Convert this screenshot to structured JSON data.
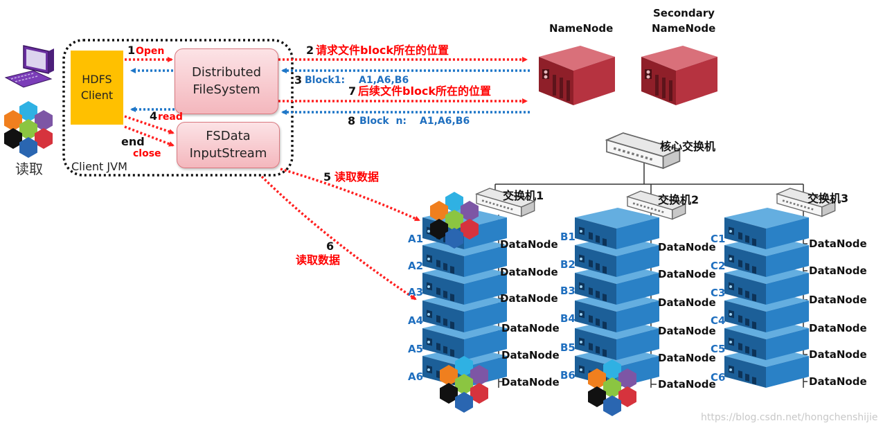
{
  "client_jvm": {
    "label": "Client JVM",
    "hdfs_client": [
      "HDFS",
      "Client"
    ],
    "distributed_fs": [
      "Distributed",
      "FileSystem"
    ],
    "fsdata_stream": [
      "FSData",
      "InputStream"
    ]
  },
  "reader_label": "读取",
  "steps": {
    "s1_num": "1",
    "s1_text": "Open",
    "s2_num": "2",
    "s2_text": "请求文件block所在的位置",
    "s3_num": "3",
    "s3_text": "Block1:",
    "s3_value": "A1,A6,B6",
    "s4_num": "4",
    "s4_text": "read",
    "s5_num": "5",
    "s5_text": "读取数据",
    "s6_num": "6",
    "s6_text": "读取数据",
    "s7_num": "7",
    "s7_text": "后续文件block所在的位置",
    "s8_num": "8",
    "s8_text": "Block  n:",
    "s8_value": "A1,A6,B6",
    "end_text": "end",
    "close_text": "close"
  },
  "namenode": "NameNode",
  "secondary_namenode": [
    "Secondary",
    "NameNode"
  ],
  "core_switch": "核心交换机",
  "switches": [
    "交换机1",
    "交换机2",
    "交换机3"
  ],
  "racks": [
    {
      "labels": [
        "A1",
        "A2",
        "A3",
        "A4",
        "A5",
        "A6"
      ]
    },
    {
      "labels": [
        "B1",
        "B2",
        "B3",
        "B4",
        "B5",
        "B6"
      ]
    },
    {
      "labels": [
        "C1",
        "C2",
        "C3",
        "C4",
        "C5",
        "C6"
      ]
    }
  ],
  "datanode_label": "DataNode",
  "watermark": "https://blog.csdn.net/hongchenshijie",
  "colors": {
    "read_arrow": "#ff2020",
    "response_arrow": "#1f77c8",
    "hdfs_client": "#ffc000",
    "namenode_server": "#b0323c",
    "datanode_server": "#1f74b4"
  }
}
